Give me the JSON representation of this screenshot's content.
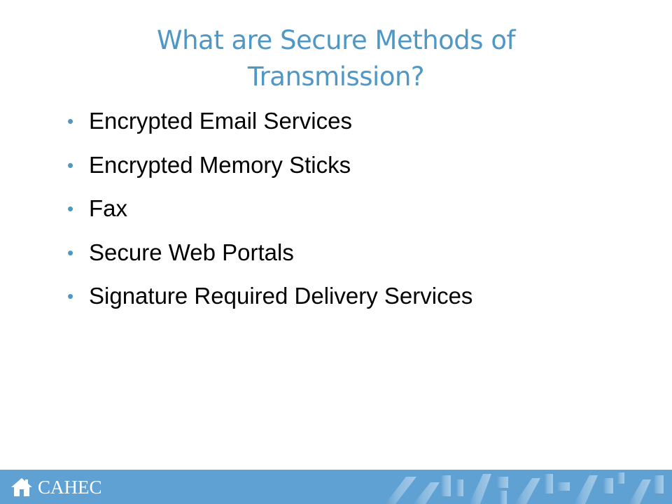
{
  "slide": {
    "title": "What are Secure Methods of Transmission?",
    "bullets": [
      {
        "text": "Encrypted Email Services"
      },
      {
        "text": "Encrypted Memory Sticks"
      },
      {
        "text": "Fax"
      },
      {
        "text": "Secure Web Portals"
      },
      {
        "text": "Signature Required Delivery Services"
      }
    ]
  },
  "footer": {
    "logo_text": "CAHEC",
    "logo_icon": "house-icon",
    "background_color": "#5fa1d3"
  },
  "colors": {
    "accent": "#4f97c7",
    "text": "#000000"
  }
}
